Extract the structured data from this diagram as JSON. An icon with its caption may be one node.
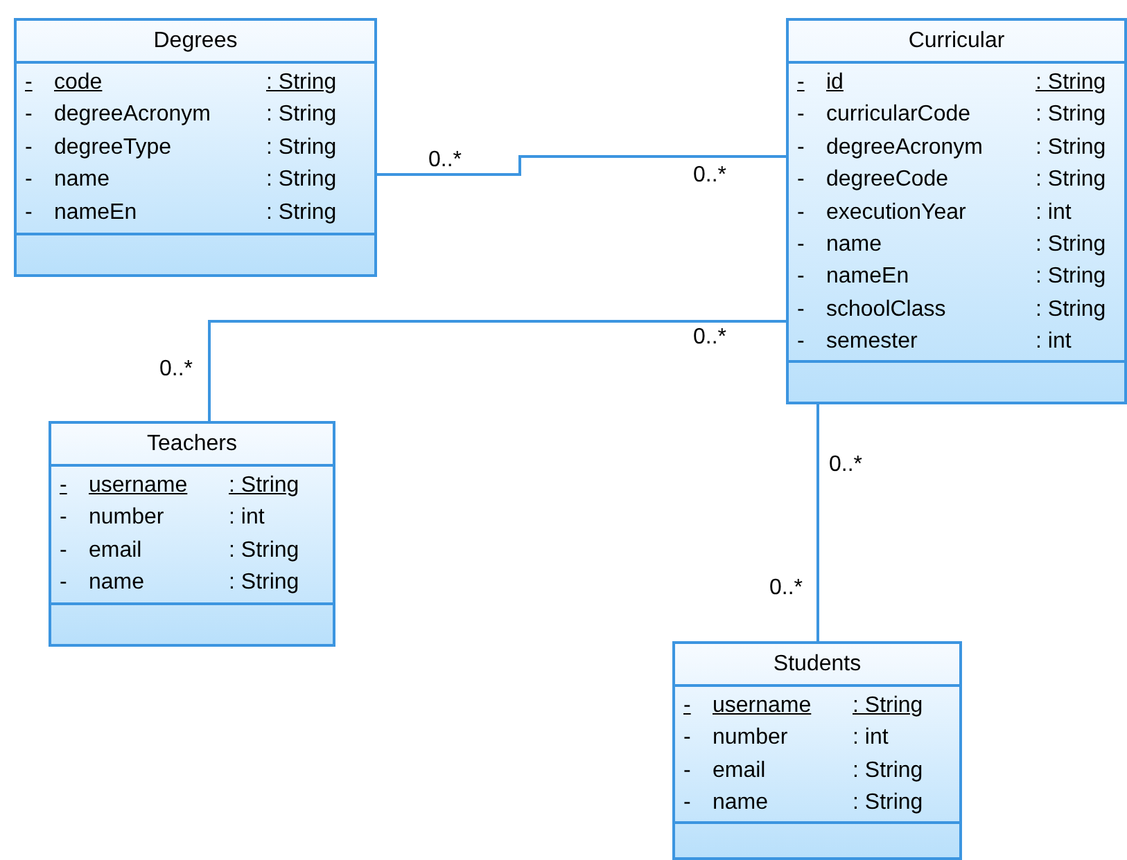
{
  "diagram": {
    "nodes": [
      {
        "text": [
          "Degrees",
          "-",
          "code",
          ": String",
          "-",
          "degreeAcronym",
          ": String",
          "-",
          "degreeType",
          ": String",
          "-",
          "name",
          ": String",
          "-",
          "nameEn",
          ": String"
        ]
      },
      {
        "text": [
          "Curricular",
          "-",
          "id",
          ": String",
          "-",
          "curricularCode",
          ": String",
          "-",
          "degreeAcronym",
          ": String",
          "-",
          "degreeCode",
          ": String",
          "-",
          "executionYear",
          ": int",
          "-",
          "name",
          ": String",
          "-",
          "nameEn",
          ": String",
          "-",
          "schoolClass",
          ": String",
          "-",
          "semester",
          ": int"
        ]
      },
      {
        "text": [
          "Teachers",
          "-",
          "username",
          ": String",
          "-",
          "number",
          ": int",
          "-",
          "email",
          ": String",
          "-",
          "name",
          ": String"
        ]
      },
      {
        "text": [
          "Students",
          "-",
          "username",
          ": String",
          "-",
          "number",
          ": int",
          "-",
          "email",
          ": String",
          "-",
          "name",
          ": String"
        ]
      }
    ],
    "edges": [
      {
        "from": 0,
        "to": 1,
        "arrow": "none"
      },
      {
        "from": 1,
        "to": 2,
        "arrow": "none"
      },
      {
        "from": 1,
        "to": 3,
        "arrow": "none"
      }
    ],
    "labels": [
      "0..*",
      "0..*",
      "0..*",
      "0..*",
      "0..*",
      "0..*"
    ]
  }
}
